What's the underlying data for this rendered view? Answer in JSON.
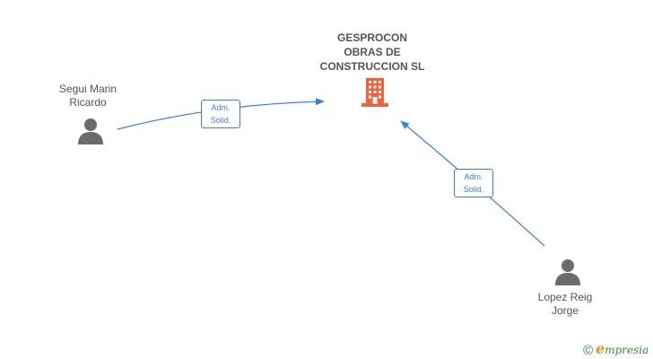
{
  "company": {
    "name_lines": [
      "GESPROCON",
      "OBRAS DE",
      "CONSTRUCCION SL"
    ],
    "icon": "building-icon",
    "icon_color": "#f0623a"
  },
  "persons": [
    {
      "id": "p1",
      "name_lines": [
        "Segui Marin",
        "Ricardo"
      ],
      "icon": "person-icon"
    },
    {
      "id": "p2",
      "name_lines": [
        "Lopez Reig",
        "Jorge"
      ],
      "icon": "person-icon"
    }
  ],
  "relations": [
    {
      "from": "p1",
      "to": "company",
      "label_lines": [
        "Adm.",
        "Solid."
      ]
    },
    {
      "from": "p2",
      "to": "company",
      "label_lines": [
        "Adm.",
        "Solid."
      ]
    }
  ],
  "colors": {
    "link": "#3d7fd6",
    "person_icon": "#6b6b6b",
    "text": "#555555"
  },
  "brand": {
    "copyright_symbol": "©",
    "initial": "e",
    "rest": "mpresia"
  }
}
